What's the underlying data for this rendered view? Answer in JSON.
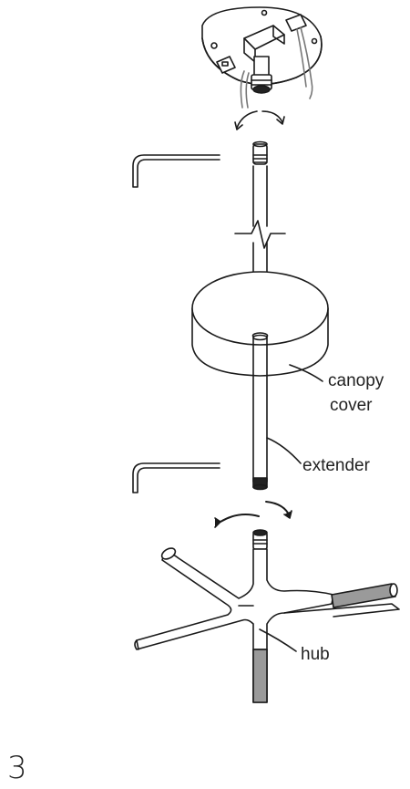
{
  "labels": {
    "canopy_line1": "canopy",
    "canopy_line2": "cover",
    "extender": "extender",
    "hub": "hub"
  },
  "step_number": "3",
  "colors": {
    "line": "#1a1a1a",
    "fill": "#ffffff",
    "tube_gray": "#9a9a9a"
  }
}
